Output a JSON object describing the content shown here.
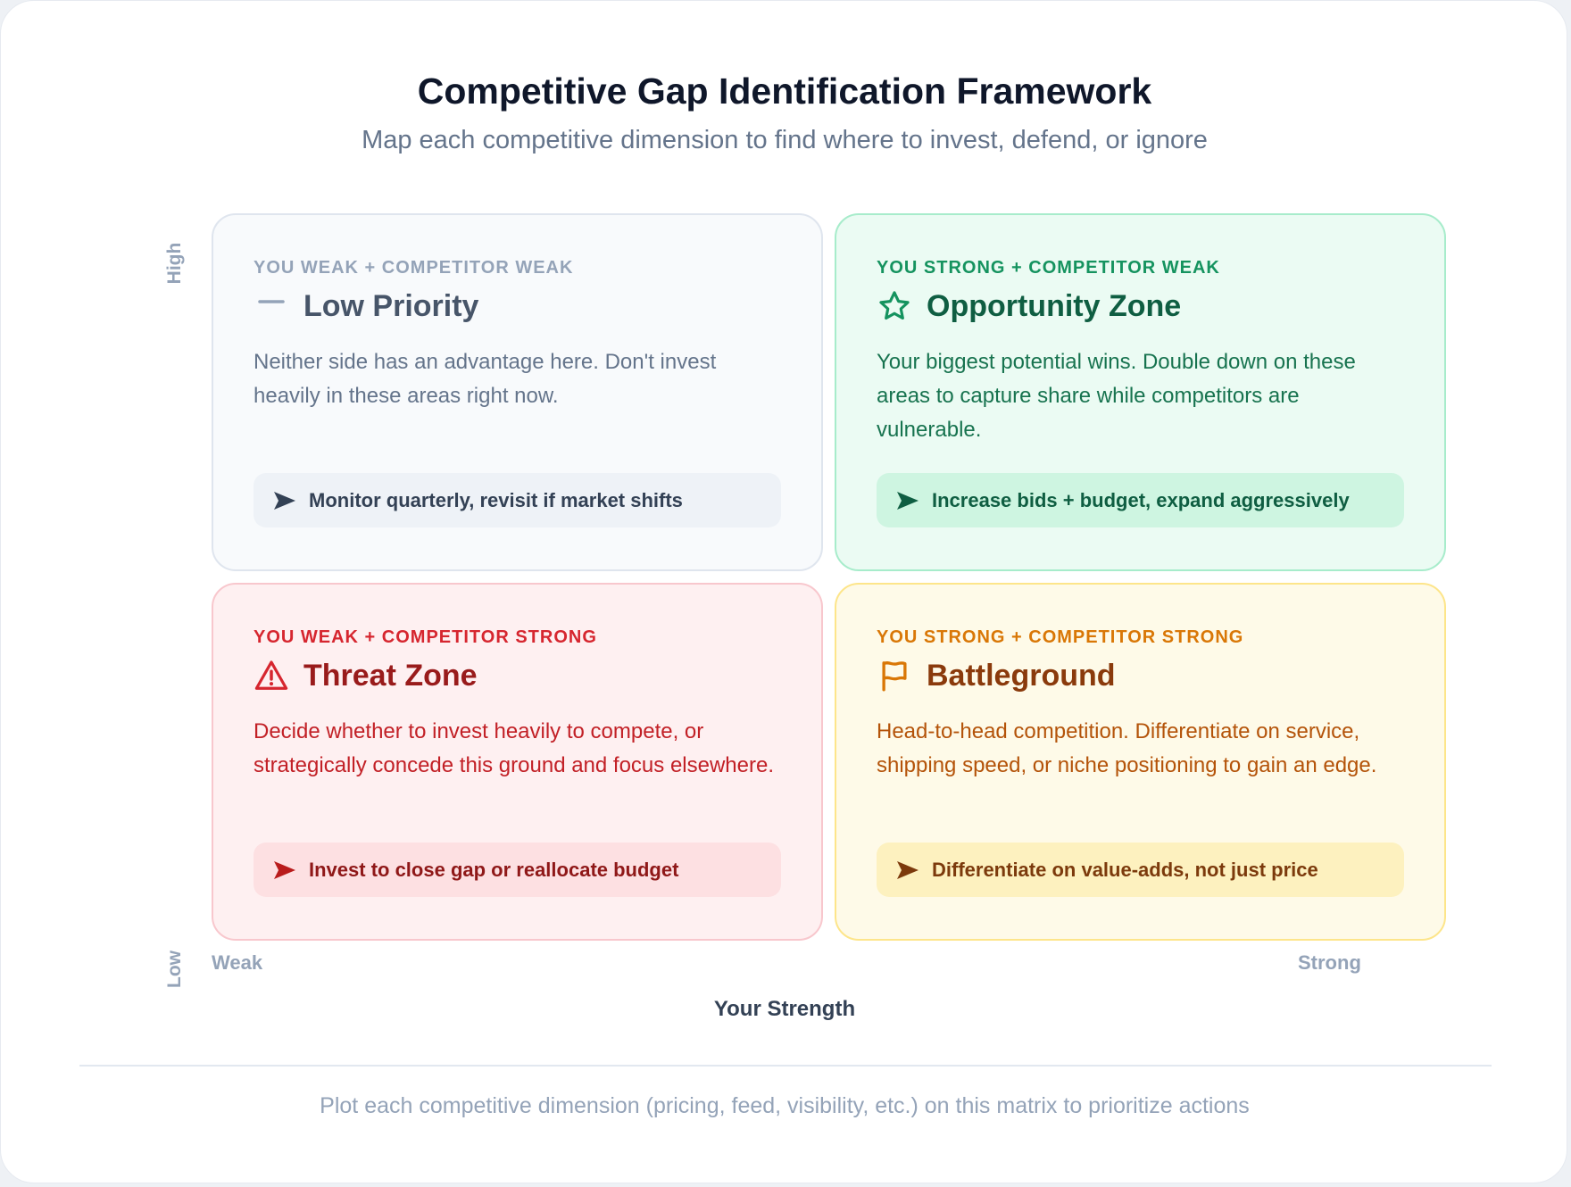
{
  "title": "Competitive Gap Identification Framework",
  "subtitle": "Map each competitive dimension to find where to invest, defend, or ignore",
  "axes": {
    "y_high": "High",
    "y_low": "Low",
    "x_weak": "Weak",
    "x_strong": "Strong",
    "x_label": "Your Strength"
  },
  "quadrants": {
    "low_priority": {
      "label": "YOU WEAK + COMPETITOR WEAK",
      "title": "Low Priority",
      "icon": "minus-icon",
      "description": "Neither side has an advantage here. Don't invest heavily in these areas right now.",
      "action": "Monitor quarterly, revisit if market shifts",
      "color": "#475569"
    },
    "opportunity": {
      "label": "YOU STRONG + COMPETITOR WEAK",
      "title": "Opportunity Zone",
      "icon": "star-icon",
      "description": "Your biggest potential wins. Double down on these areas to capture share while competitors are vulnerable.",
      "action": "Increase bids + budget, expand aggressively",
      "color": "#15935f"
    },
    "threat": {
      "label": "YOU WEAK + COMPETITOR STRONG",
      "title": "Threat Zone",
      "icon": "warning-icon",
      "description": "Decide whether to invest heavily to compete, or strategically concede this ground and focus elsewhere.",
      "action": "Invest to close gap or reallocate budget",
      "color": "#d6262f"
    },
    "battleground": {
      "label": "YOU STRONG + COMPETITOR STRONG",
      "title": "Battleground",
      "icon": "flag-icon",
      "description": "Head-to-head competition. Differentiate on service, shipping speed, or niche positioning to gain an edge.",
      "action": "Differentiate on value-adds, not just price",
      "color": "#d97706"
    }
  },
  "footer": "Plot each competitive dimension (pricing, feed, visibility, etc.) on this matrix to prioritize actions"
}
